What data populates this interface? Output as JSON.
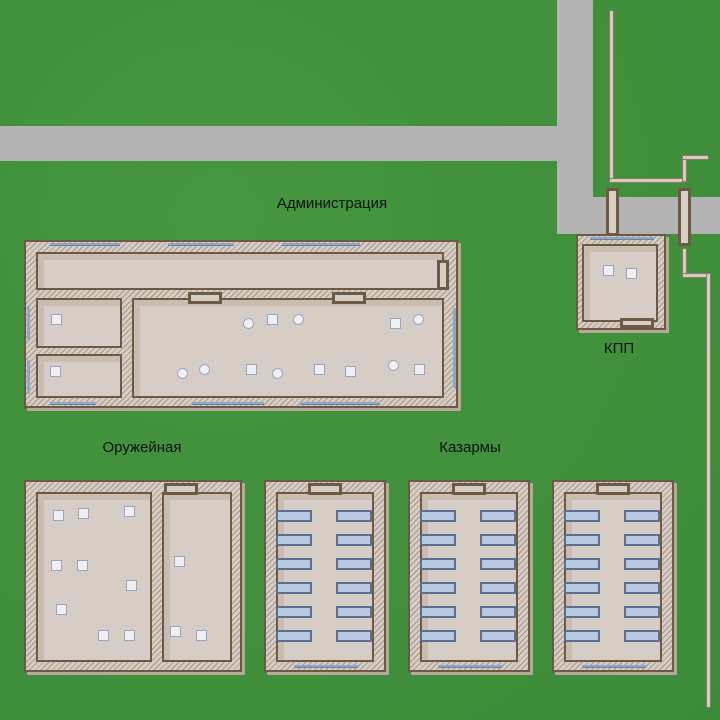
{
  "buildings": {
    "admin": {
      "label": "Администрация"
    },
    "checkpoint": {
      "label": "КПП"
    },
    "armory": {
      "label": "Оружейная"
    },
    "barracks": {
      "label": "Казармы"
    }
  },
  "colors": {
    "grass": "#3f8f3c",
    "road": "#b3b3b3",
    "wall": "#6e5a44",
    "floor": "#d6cec6",
    "window": "#8fa6c6"
  }
}
